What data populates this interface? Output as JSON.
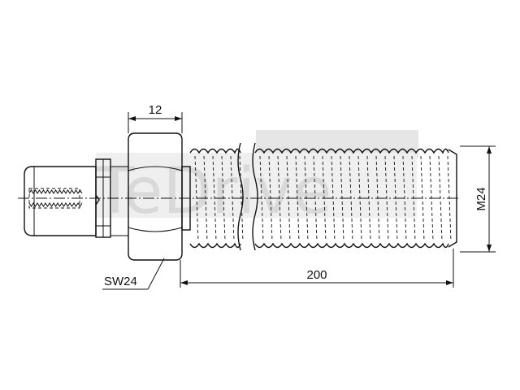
{
  "watermark": {
    "text": "TeDrive"
  },
  "dimensions": {
    "nut_width": "12",
    "thread_size": "M24",
    "total_length": "200",
    "wrench_size": "SW24"
  }
}
